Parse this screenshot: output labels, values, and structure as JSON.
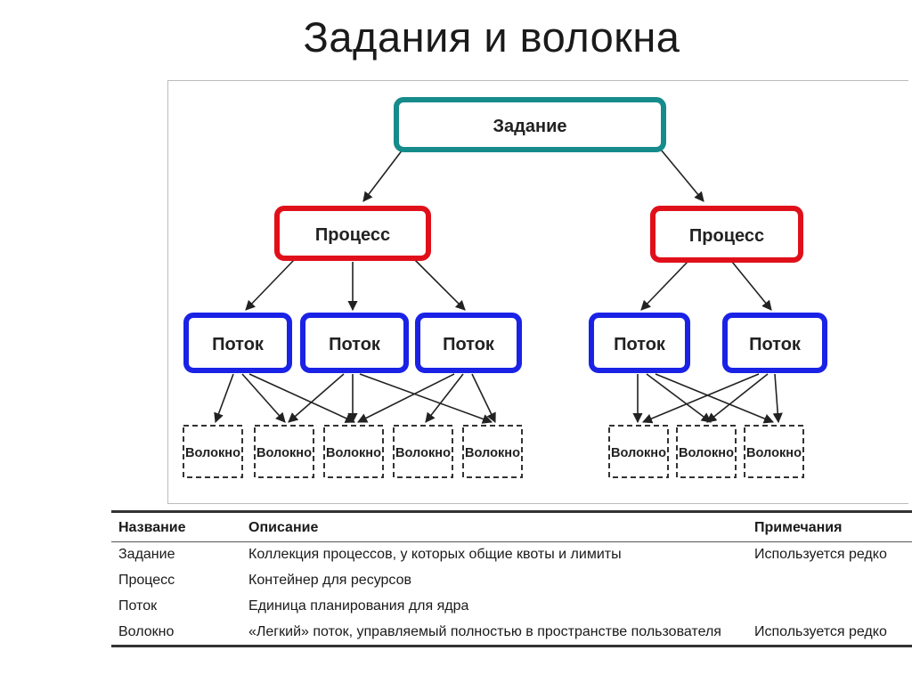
{
  "slide": {
    "title": "Задания и волокна"
  },
  "diagram": {
    "colors": {
      "job": "#168b8b",
      "process": "#e0101a",
      "thread": "#1a22e6",
      "fiber": "#333333"
    },
    "job": {
      "label": "Задание"
    },
    "processes": [
      {
        "label": "Процесс"
      },
      {
        "label": "Процесс"
      }
    ],
    "threads": [
      {
        "label": "Поток"
      },
      {
        "label": "Поток"
      },
      {
        "label": "Поток"
      },
      {
        "label": "Поток"
      },
      {
        "label": "Поток"
      }
    ],
    "fibers": [
      {
        "label": "Волокно"
      },
      {
        "label": "Волокно"
      },
      {
        "label": "Волокно"
      },
      {
        "label": "Волокно"
      },
      {
        "label": "Волокно"
      },
      {
        "label": "Волокно"
      },
      {
        "label": "Волокно"
      },
      {
        "label": "Волокно"
      }
    ]
  },
  "table": {
    "headers": {
      "name": "Название",
      "description": "Описание",
      "notes": "Примечания"
    },
    "rows": [
      {
        "name": "Задание",
        "description": "Коллекция процессов, у которых общие квоты и лимиты",
        "notes": "Используется редко"
      },
      {
        "name": "Процесс",
        "description": "Контейнер для ресурсов",
        "notes": ""
      },
      {
        "name": "Поток",
        "description": "Единица планирования для ядра",
        "notes": ""
      },
      {
        "name": "Волокно",
        "description": "«Легкий» поток, управляемый полностью в пространстве пользователя",
        "notes": "Используется редко"
      }
    ]
  }
}
